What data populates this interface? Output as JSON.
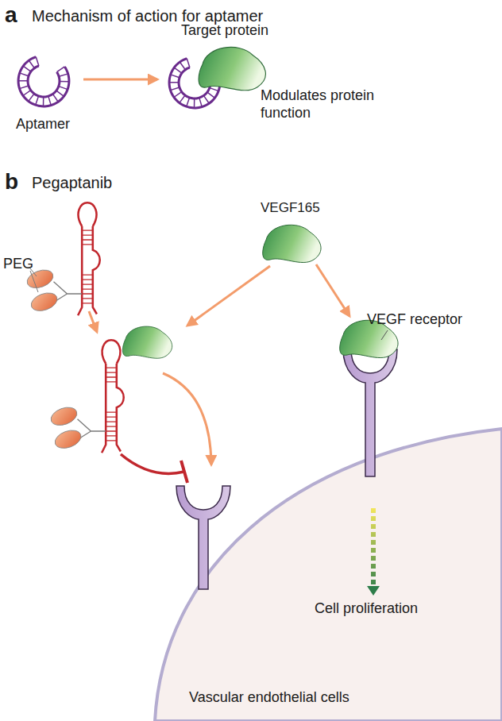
{
  "diagram": {
    "labels": [
      "a",
      "Mechanism of action for aptamer",
      "Target protein",
      "Aptamer",
      "Modulates protein function",
      "b",
      "Pegaptanib",
      "PEG",
      "VEGF165",
      "VEGF receptor",
      "Cell proliferation",
      "Vascular endothelial cells"
    ]
  }
}
